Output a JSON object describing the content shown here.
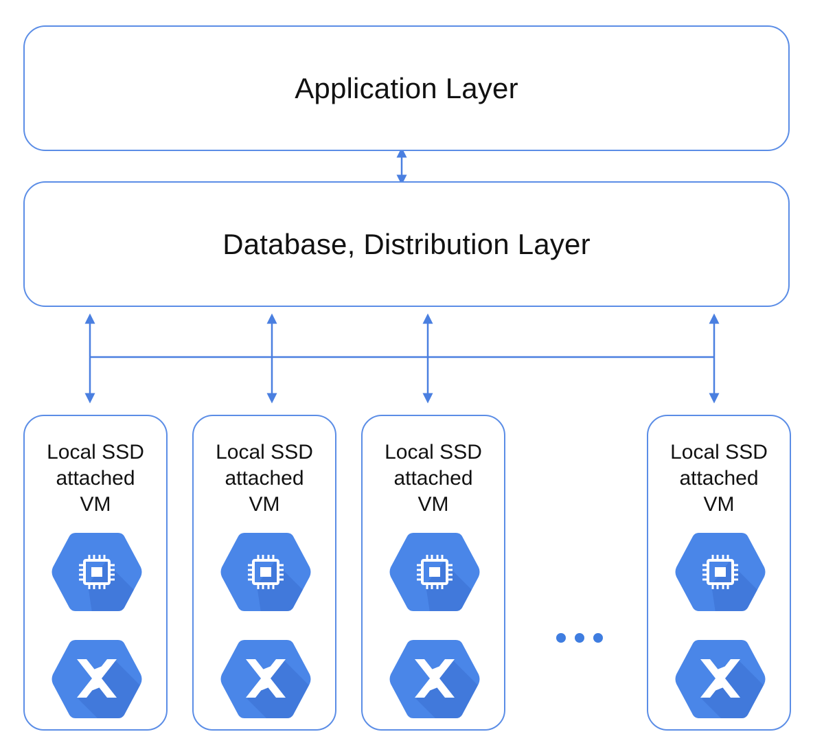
{
  "layers": {
    "application": "Application Layer",
    "database": "Database, Distribution Layer"
  },
  "vms": [
    {
      "label": "Local SSD\nattached\nVM",
      "icons": [
        "compute-engine-cpu-icon",
        "interconnect-icon"
      ]
    },
    {
      "label": "Local SSD\nattached\nVM",
      "icons": [
        "compute-engine-cpu-icon",
        "interconnect-icon"
      ]
    },
    {
      "label": "Local SSD\nattached\nVM",
      "icons": [
        "compute-engine-cpu-icon",
        "interconnect-icon"
      ]
    },
    {
      "label": "Local SSD\nattached\nVM",
      "icons": [
        "compute-engine-cpu-icon",
        "interconnect-icon"
      ]
    }
  ],
  "colors": {
    "border": "#5b8de6",
    "arrow": "#4a7fe0",
    "hex_fill": "#4a86e8",
    "hex_shadow": "#3b6fd0",
    "icon_white": "#ffffff"
  }
}
